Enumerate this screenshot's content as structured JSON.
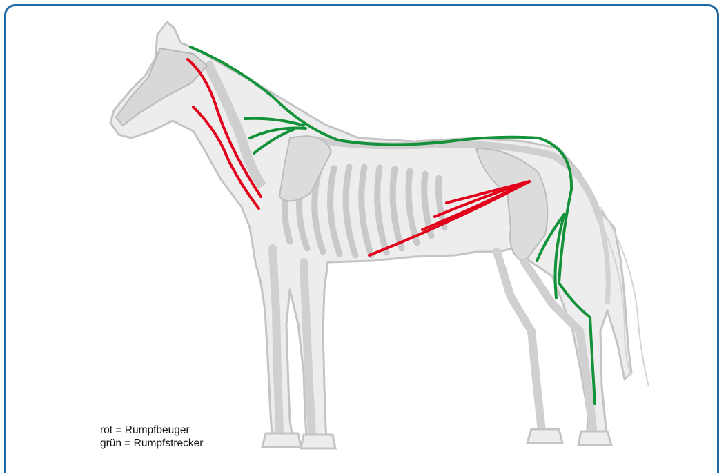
{
  "legend": {
    "red_line": "rot = Rumpfbeuger",
    "green_line": "grün = Rumpfstrecker"
  },
  "colors": {
    "frame": "#1f6aa3",
    "flexor_red": "#e3001b",
    "extensor_green": "#14923a",
    "skeleton_gray": "#c9c9c9",
    "body_fill": "#ececec"
  },
  "diagram": {
    "subject": "horse skeleton lateral view",
    "muscle_groups": [
      "Rumpfbeuger",
      "Rumpfstrecker"
    ]
  }
}
